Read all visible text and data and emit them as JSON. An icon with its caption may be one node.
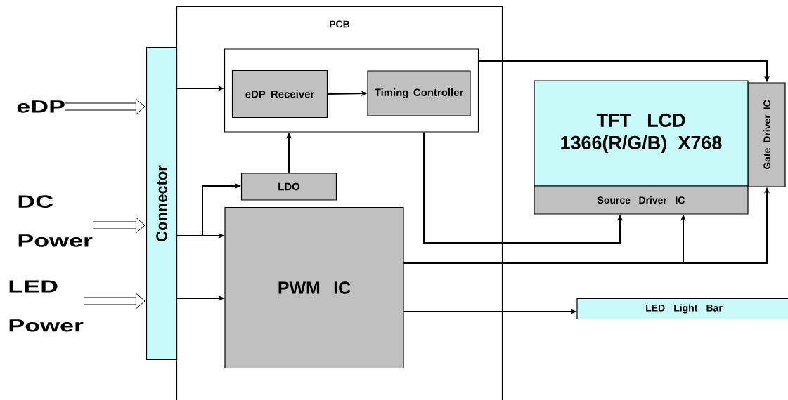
{
  "diagram": {
    "nodes": [
      {
        "text": [
          "PCB"
        ]
      },
      {
        "text": [
          "eDP"
        ]
      },
      {
        "text": [
          "DC Power"
        ]
      },
      {
        "text": [
          "LED Power"
        ]
      },
      {
        "text": [
          "Connector"
        ]
      },
      {
        "text": [],
        "shape": "box",
        "in": 0
      },
      {
        "text": [
          "eDP Receiver"
        ],
        "in": 5
      },
      {
        "text": [
          "Timing Controller"
        ],
        "in": 5
      },
      {
        "text": [
          "LDO"
        ],
        "in": 0
      },
      {
        "text": [
          "PWM  IC"
        ],
        "in": 0
      },
      {
        "text": [
          "TFT LCD 1366(R/G/B) X768"
        ]
      },
      {
        "text": [
          "Source Driver IC"
        ]
      },
      {
        "text": [
          "Gate Driver IC"
        ]
      },
      {
        "text": [
          "LED Light Bar"
        ]
      }
    ],
    "edges": [
      {
        "from": 1,
        "to": 4,
        "arrow": "to",
        "style": "thick"
      },
      {
        "from": 2,
        "to": 4,
        "arrow": "to",
        "style": "thick"
      },
      {
        "from": 3,
        "to": 4,
        "arrow": "to",
        "style": "thick"
      },
      {
        "from": 4,
        "to": 5,
        "arrow": "to"
      },
      {
        "from": 6,
        "to": 7,
        "arrow": "to"
      },
      {
        "from": 8,
        "to": 5,
        "arrow": "to"
      },
      {
        "from": 4,
        "to": 9,
        "arrow": "to"
      },
      {
        "from": 4,
        "to": 8,
        "arrow": "to"
      },
      {
        "from": 4,
        "to": 9,
        "arrow": "to"
      },
      {
        "from": 5,
        "to": 12,
        "arrow": "to"
      },
      {
        "from": 5,
        "to": 11,
        "arrow": "to"
      },
      {
        "from": 9,
        "to": 11,
        "arrow": "to"
      },
      {
        "from": 9,
        "to": 12,
        "arrow": "to"
      },
      {
        "from": 9,
        "to": 13,
        "arrow": "to"
      }
    ]
  }
}
